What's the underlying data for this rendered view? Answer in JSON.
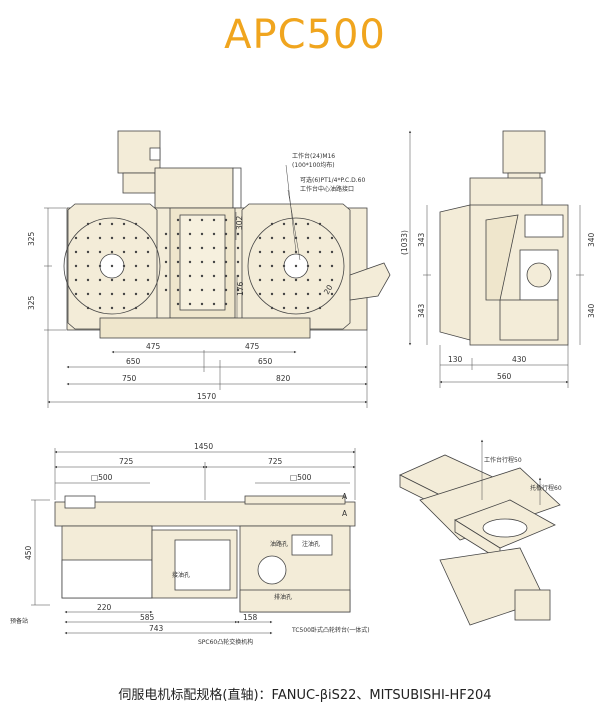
{
  "title": "APC500",
  "caption": "伺服电机标配规格(直轴)：FANUC-βiS22、MITSUBISHI-HF204",
  "colors": {
    "title": "#f0a51e",
    "fill": "#f3ecd8",
    "line": "#444444"
  },
  "top_view": {
    "dims": {
      "d325a": "325",
      "d325b": "325",
      "d475a": "475",
      "d475b": "475",
      "d650a": "650",
      "d650b": "650",
      "d750": "750",
      "d820": "820",
      "d1570": "1570",
      "d302": "302",
      "d176": "176",
      "d20": "20"
    },
    "notes": {
      "n1": "工作台(24)M16",
      "n2": "(100*100均布)",
      "n3": "可选(6)PT1/4*P.C.D.60",
      "n4": "工作台中心油路接口"
    }
  },
  "side_view": {
    "dims": {
      "d1033": "(1033)",
      "d343a": "343",
      "d343b": "343",
      "d340a": "340",
      "d340b": "340",
      "d130": "130",
      "d430": "430",
      "d560": "560"
    }
  },
  "front_view": {
    "dims": {
      "d1450": "1450",
      "d725a": "725",
      "d725b": "725",
      "d500a": "□500",
      "d500b": "□500",
      "d450": "450",
      "d220": "220",
      "d585": "585",
      "d158": "158",
      "d743": "743",
      "markA1": "A",
      "markA2": "A"
    },
    "notes": {
      "n_reserve": "预备站",
      "n_spc": "SPC60凸轮交换机构",
      "n_tc": "TC500卧式凸轮转台(一体式)",
      "n_oil1": "油路孔",
      "n_oil2": "注油孔",
      "n_oil3": "排油孔",
      "n_oil4": "接油孔"
    }
  },
  "iso_view": {
    "notes": {
      "n_travel50": "工作台行程50",
      "n_travel60": "托板行程60"
    }
  }
}
